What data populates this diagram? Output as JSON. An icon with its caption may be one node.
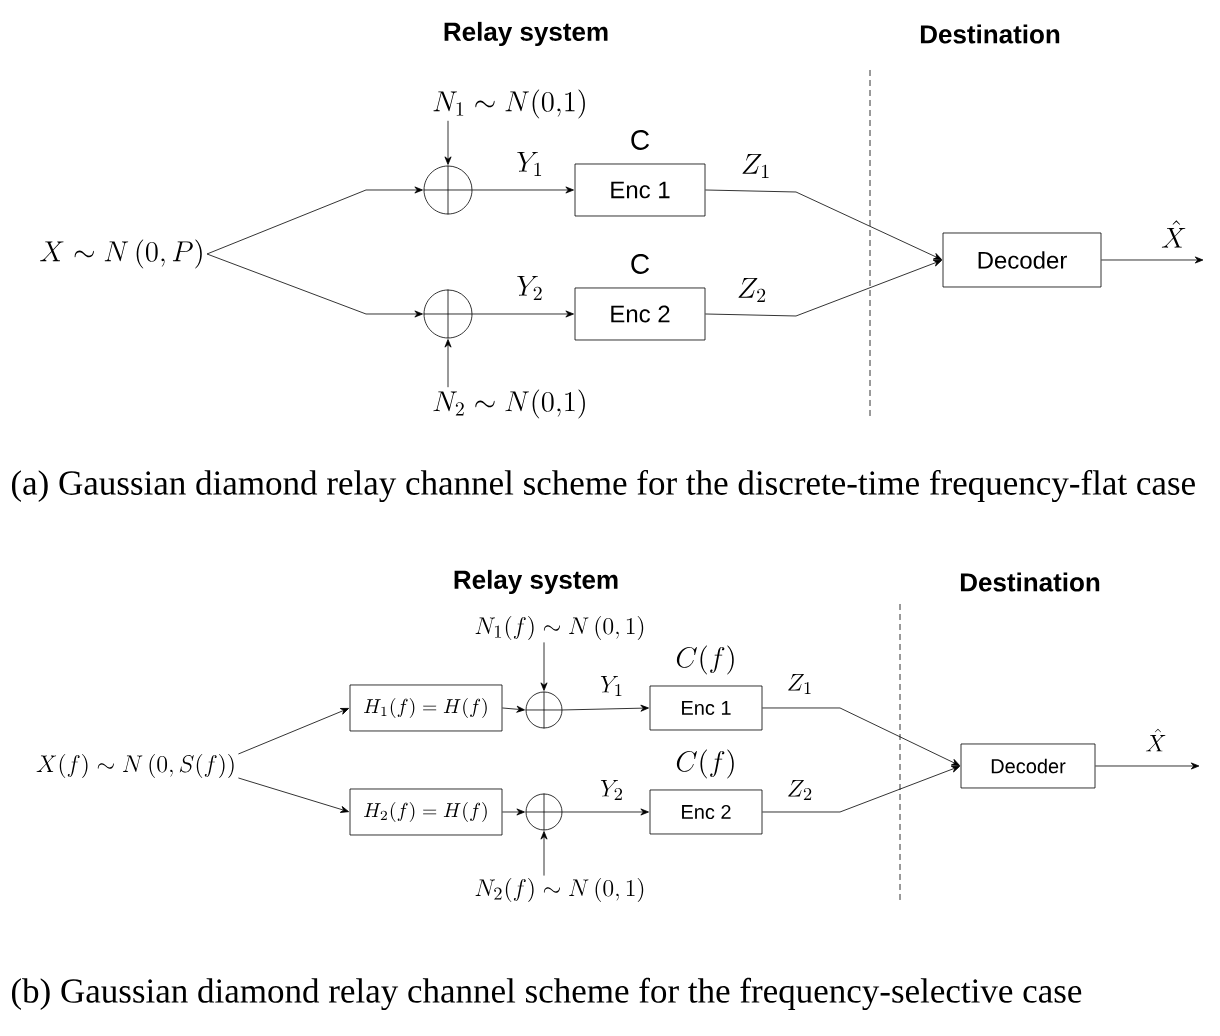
{
  "diagram": {
    "nodes": [
      {
        "text": [
          "X\\sim N\\left(0,P\\right)"
        ]
      },
      {
        "text": [
          "N_1\\sim N(0{,}1)"
        ]
      },
      {
        "text": [],
        "shape": "circle"
      },
      {
        "text": [
          "Enc 1"
        ],
        "beside": [
          "C"
        ]
      },
      {
        "text": [
          "N_2\\sim N(0{,}1)"
        ]
      },
      {
        "text": [],
        "shape": "circle"
      },
      {
        "text": [
          "Enc 2"
        ],
        "beside": [
          "C"
        ]
      },
      {
        "text": [
          "Decoder"
        ]
      },
      {
        "text": [
          "X(f)\\sim N\\left(0,S(f)\\right)"
        ]
      },
      {
        "text": [
          "H_1(f)=H(f)"
        ]
      },
      {
        "text": [
          "N_1(f)\\sim N\\left(0,1\\right)"
        ]
      },
      {
        "text": [],
        "shape": "circle"
      },
      {
        "text": [
          "Enc 1"
        ],
        "beside": [
          "C(f)"
        ]
      },
      {
        "text": [
          "H_2(f)=H(f)"
        ]
      },
      {
        "text": [
          "N_2(f)\\sim N\\left(0,1\\right)"
        ]
      },
      {
        "text": [],
        "shape": "circle"
      },
      {
        "text": [
          "Enc 2"
        ],
        "beside": [
          "C(f)"
        ]
      },
      {
        "text": [
          "Decoder"
        ]
      }
    ],
    "edges": [
      {
        "from": 0,
        "to": 2,
        "arrow": "to"
      },
      {
        "from": 0,
        "to": 5,
        "arrow": "to"
      },
      {
        "from": 1,
        "to": 2,
        "arrow": "to"
      },
      {
        "from": 4,
        "to": 5,
        "arrow": "to"
      },
      {
        "from": 2,
        "to": 3,
        "arrow": "to",
        "label": "Y_1"
      },
      {
        "from": 5,
        "to": 6,
        "arrow": "to",
        "label": "Y_2"
      },
      {
        "from": 3,
        "to": 7,
        "arrow": "to",
        "label": "Z_1"
      },
      {
        "from": 6,
        "to": 7,
        "arrow": "to",
        "label": "Z_2"
      },
      {
        "from": 7,
        "to": null,
        "arrow": "to",
        "label": "\\hat{X}"
      },
      {
        "from": 8,
        "to": 9,
        "arrow": "to"
      },
      {
        "from": 8,
        "to": 13,
        "arrow": "to"
      },
      {
        "from": 9,
        "to": 11,
        "arrow": "to"
      },
      {
        "from": 10,
        "to": 11,
        "arrow": "to"
      },
      {
        "from": 11,
        "to": 12,
        "arrow": "to",
        "label": "Y_1"
      },
      {
        "from": 13,
        "to": 15,
        "arrow": "to"
      },
      {
        "from": 14,
        "to": 15,
        "arrow": "to"
      },
      {
        "from": 15,
        "to": 16,
        "arrow": "to",
        "label": "Y_2"
      },
      {
        "from": 12,
        "to": 17,
        "arrow": "to",
        "label": "Z_1"
      },
      {
        "from": 16,
        "to": 17,
        "arrow": "to",
        "label": "Z_2"
      },
      {
        "from": 17,
        "to": null,
        "arrow": "to",
        "label": "\\hat{X}"
      }
    ],
    "labels": [
      "Relay system",
      "Destination",
      "(a) Gaussian diamond relay channel scheme for the discrete-time frequency-flat case",
      "Relay system",
      "Destination",
      "(b) Gaussian diamond relay channel scheme for the frequency-selective case"
    ]
  }
}
